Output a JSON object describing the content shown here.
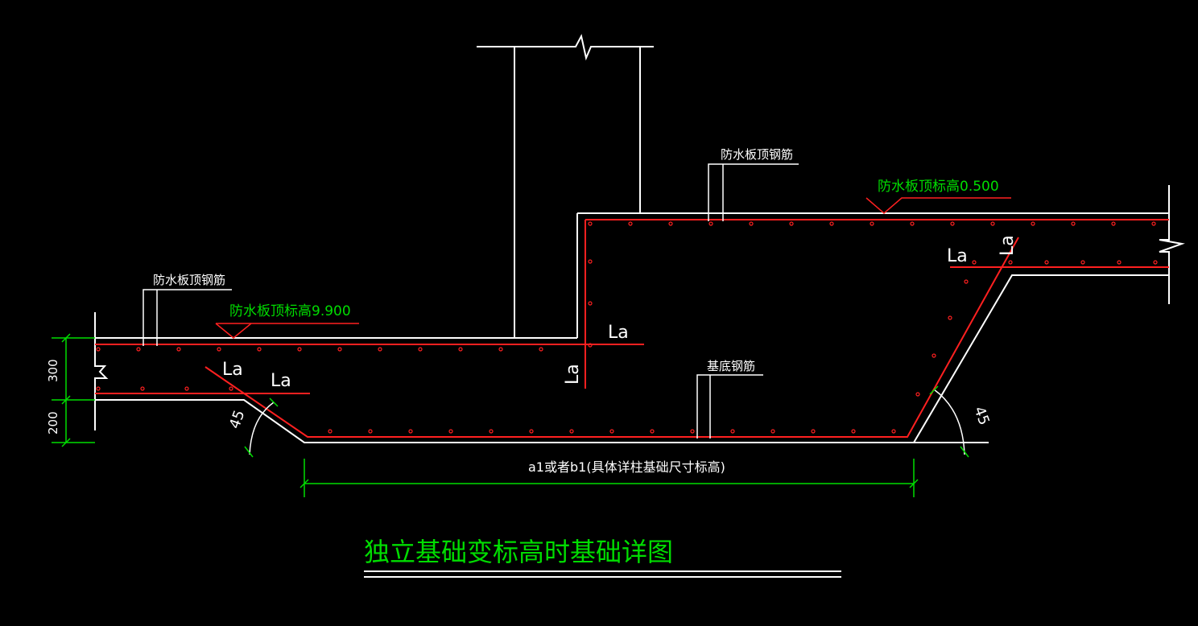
{
  "colors": {
    "background": "#000000",
    "outline": "#ffffff",
    "rebar": "#ff2020",
    "annotation": "#00dd00"
  },
  "labels": {
    "top_rebar_left": "防水板顶钢筋",
    "top_rebar_right": "防水板顶钢筋",
    "bottom_rebar": "基底钢筋",
    "elev_left": "防水板顶标高9.900",
    "elev_right": "防水板顶标高0.500",
    "anchor_la": "La",
    "angle_45": "45",
    "dim_300": "300",
    "dim_200": "200",
    "width_label": "a1或者b1(具体详柱基础尺寸标高)",
    "title": "独立基础变标高时基础详图"
  }
}
